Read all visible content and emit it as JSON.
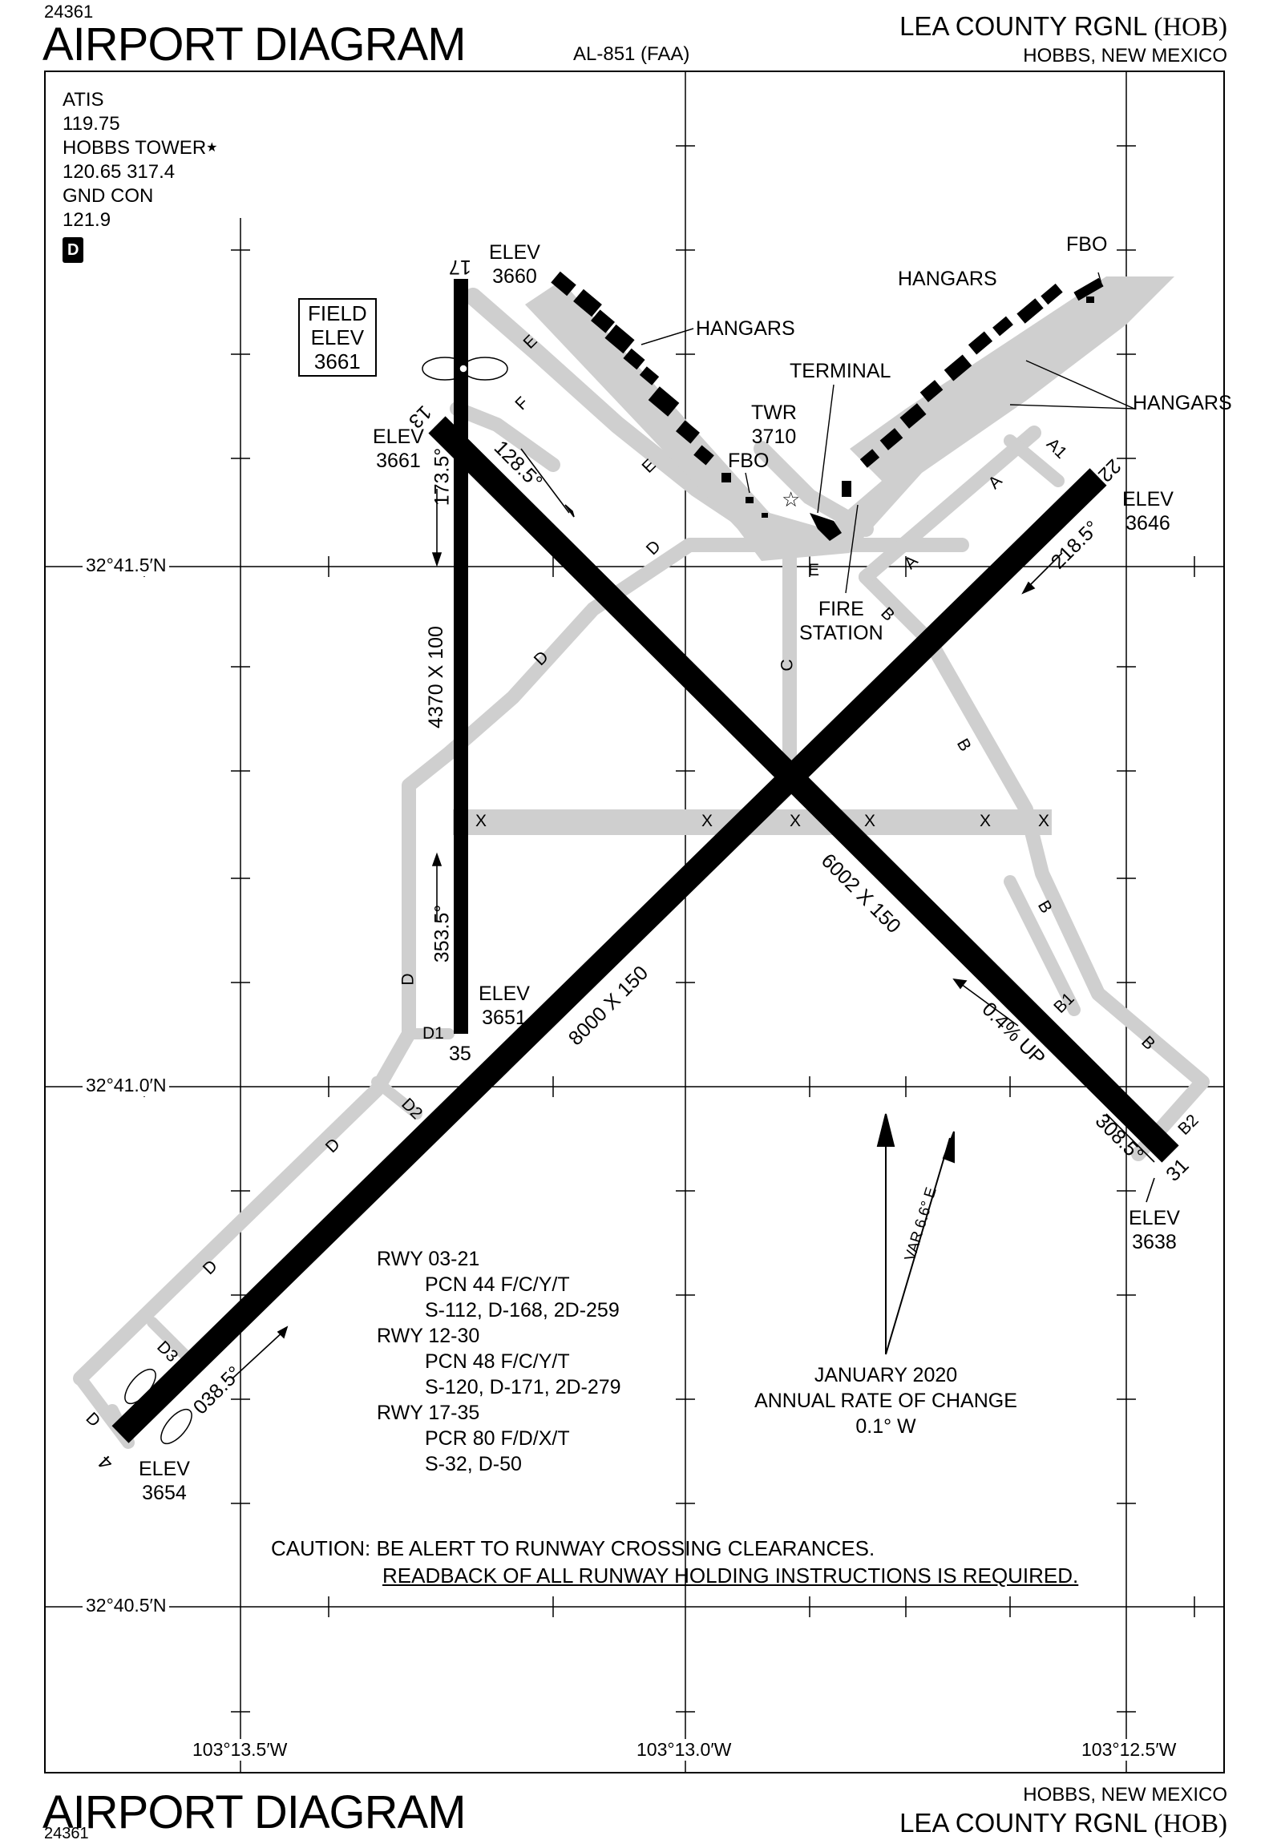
{
  "header": {
    "proc_number": "24361",
    "title": "AIRPORT DIAGRAM",
    "chart_code": "AL-851 (FAA)",
    "airport_name": "LEA COUNTY RGNL",
    "airport_id": "(HOB)",
    "city": "HOBBS, NEW MEXICO"
  },
  "footer": {
    "proc_number": "24361",
    "title": "AIRPORT DIAGRAM",
    "city": "HOBBS, NEW MEXICO",
    "airport_name": "LEA COUNTY RGNL",
    "airport_id": "(HOB)"
  },
  "frequencies": {
    "atis_label": "ATIS",
    "atis_freq": "119.75",
    "tower_label": "HOBBS TOWER",
    "tower_star": "★",
    "tower_freq": "120.65  317.4",
    "gnd_label": "GND CON",
    "gnd_freq": "121.9",
    "d_badge": "D"
  },
  "field_elev": {
    "line1": "FIELD",
    "line2": "ELEV",
    "value": "3661"
  },
  "coordinates": {
    "lat_1": "32°41.5′N",
    "lat_2": "32°41.0′N",
    "lat_3": "32°40.5′N",
    "lon_1": "103°13.5′W",
    "lon_2": "103°13.0′W",
    "lon_3": "103°12.5′W"
  },
  "runways": {
    "rwy_17_label": "17",
    "rwy_35_label": "35",
    "rwy_13_label": "13",
    "rwy_31_label": "31",
    "rwy_4_label": "4",
    "rwy_22_label": "22",
    "rwy_17_35_dims": "4370 X 100",
    "rwy_12_30_dims": "6002 X 150",
    "rwy_03_21_dims": "8000 X 150",
    "hdg_173": "173.5°",
    "hdg_353": "353.5°",
    "hdg_128": "128.5°",
    "hdg_308": "308.5°",
    "hdg_218": "218.5°",
    "hdg_038": "038.5°",
    "slope": "0.4% UP"
  },
  "elevations": {
    "elev_label": "ELEV",
    "e17": "3660",
    "e13": "3661",
    "e35": "3651",
    "e22": "3646",
    "e31": "3638",
    "e4": "3654"
  },
  "taxiways": {
    "E": "E",
    "F": "F",
    "D": "D",
    "C": "C",
    "B": "B",
    "A": "A",
    "A1": "A1",
    "B1": "B1",
    "B2": "B2",
    "D1": "D1",
    "D2": "D2",
    "D3": "D3",
    "X": "X"
  },
  "facilities": {
    "hangars": "HANGARS",
    "fbo": "FBO",
    "terminal": "TERMINAL",
    "twr_label": "TWR",
    "twr_elev": "3710",
    "fire_line1": "FIRE",
    "fire_line2": "STATION"
  },
  "runway_info": {
    "r03_21": "RWY 03-21",
    "r03_21_pcn": "PCN 44 F/C/Y/T",
    "r03_21_wt": "S-112, D-168, 2D-259",
    "r12_30": "RWY 12-30",
    "r12_30_pcn": "PCN 48 F/C/Y/T",
    "r12_30_wt": "S-120, D-171, 2D-279",
    "r17_35": "RWY 17-35",
    "r17_35_pcr": "PCR 80 F/D/X/T",
    "r17_35_wt": "S-32, D-50"
  },
  "magnetic": {
    "var": "VAR 6.6° E",
    "date": "JANUARY 2020",
    "rate_label": "ANNUAL RATE OF CHANGE",
    "rate": "0.1° W"
  },
  "caution": {
    "line1": "CAUTION: BE ALERT TO RUNWAY CROSSING CLEARANCES.",
    "line2": "READBACK OF ALL RUNWAY HOLDING INSTRUCTIONS IS REQUIRED."
  },
  "colors": {
    "runway": "#000000",
    "taxiway": "#cfcfcf",
    "apron": "#cfcfcf",
    "building": "#000000"
  }
}
